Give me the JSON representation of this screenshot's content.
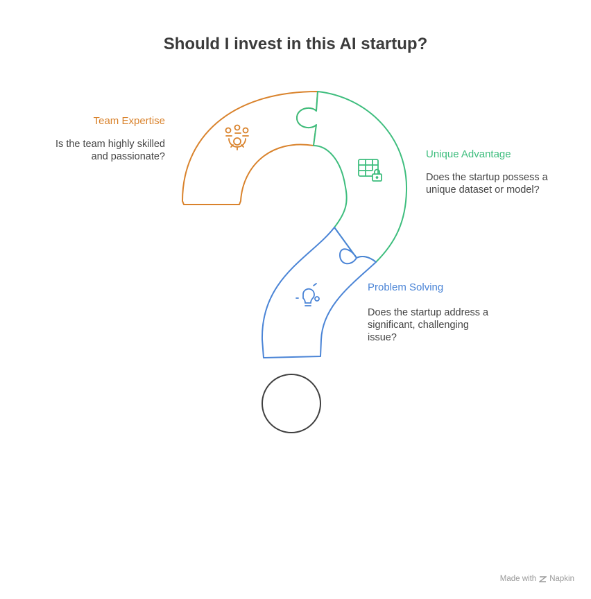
{
  "title": "Should I invest in this AI startup?",
  "colors": {
    "team": "#d9822b",
    "unique": "#3dbd7d",
    "problem": "#4a84d6",
    "dot": "#3f3f3f",
    "text": "#444444"
  },
  "sections": {
    "team": {
      "heading": "Team Expertise",
      "line1": "Is the team highly skilled",
      "line2": "and passionate?",
      "icon": "team-gear-icon"
    },
    "unique": {
      "heading": "Unique Advantage",
      "line1": "Does the startup possess a",
      "line2": "unique dataset or model?",
      "icon": "locked-table-icon"
    },
    "problem": {
      "heading": "Problem Solving",
      "line1": "Does the startup address a",
      "line2": "significant, challenging",
      "line3": "issue?",
      "icon": "lightbulb-icon"
    }
  },
  "footer": {
    "made_with": "Made with",
    "brand": "Napkin"
  }
}
